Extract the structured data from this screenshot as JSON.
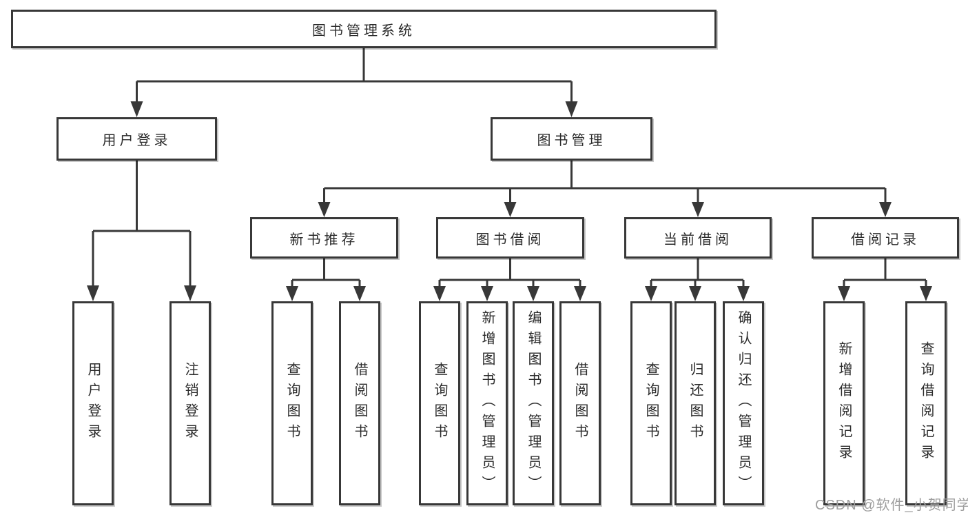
{
  "diagram": {
    "root": {
      "label": "图书管理系统"
    },
    "level2": [
      {
        "label": "用户登录"
      },
      {
        "label": "图书管理"
      }
    ],
    "level3": [
      {
        "label": "新书推荐"
      },
      {
        "label": "图书借阅"
      },
      {
        "label": "当前借阅"
      },
      {
        "label": "借阅记录"
      }
    ],
    "leaves": [
      {
        "label": "用户登录"
      },
      {
        "label": "注销登录"
      },
      {
        "label": "查询图书"
      },
      {
        "label": "借阅图书"
      },
      {
        "label": "查询图书"
      },
      {
        "label": "新增图书（管理员）"
      },
      {
        "label": "编辑图书（管理员）"
      },
      {
        "label": "借阅图书"
      },
      {
        "label": "查询图书"
      },
      {
        "label": "归还图书"
      },
      {
        "label": "确认归还（管理员）"
      },
      {
        "label": "新增借阅记录"
      },
      {
        "label": "查询借阅记录"
      }
    ],
    "line_color": "#383838",
    "box_background": "#ffffff"
  },
  "watermark": {
    "text": "CSDN @软件_小贺同学",
    "color": "#9e9e9e"
  }
}
